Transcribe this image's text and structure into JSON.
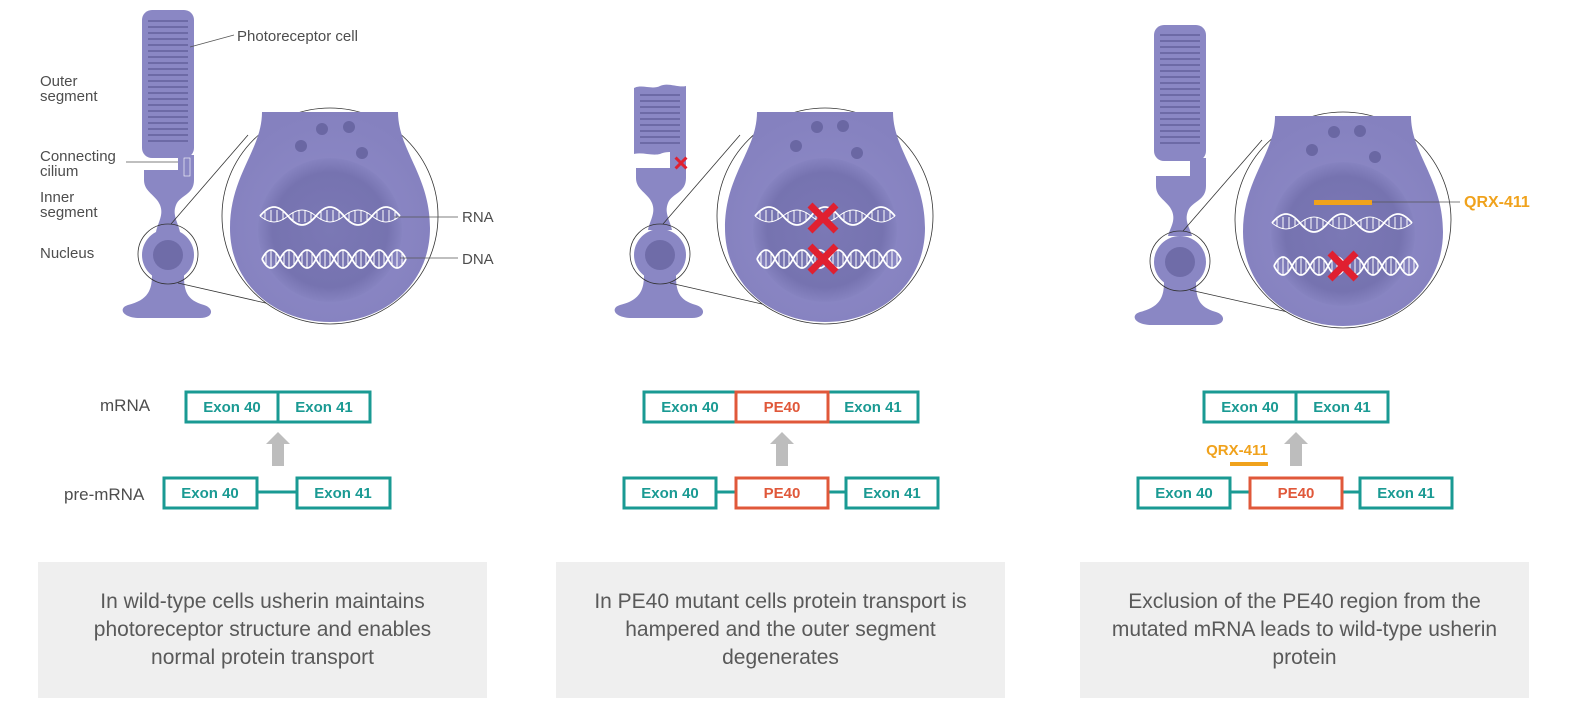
{
  "labels": {
    "photoreceptor_cell": "Photoreceptor cell",
    "outer_segment": [
      "Outer",
      "segment"
    ],
    "connecting_cilium": [
      "Connecting",
      "cilium"
    ],
    "inner_segment": [
      "Inner",
      "segment"
    ],
    "nucleus": "Nucleus",
    "rna": "RNA",
    "dna": "DNA",
    "mrna": "mRNA",
    "pre_mrna": "pre-mRNA"
  },
  "panels": [
    {
      "mrna": [
        "Exon 40",
        "Exon 41"
      ],
      "pre_mrna": [
        "Exon 40",
        "Exon 41"
      ],
      "caption": "In wild-type cells usherin maintains photoreceptor structure and enables normal protein transport"
    },
    {
      "mrna": [
        "Exon 40",
        "PE40",
        "Exon 41"
      ],
      "pre_mrna": [
        "Exon 40",
        "PE40",
        "Exon 41"
      ],
      "caption": "In PE40 mutant cells protein transport is hampered and the outer segment degenerates"
    },
    {
      "mrna": [
        "Exon 40",
        "Exon 41"
      ],
      "pre_mrna": [
        "Exon 40",
        "PE40",
        "Exon 41"
      ],
      "drug_label": "QRX-411",
      "drug_callout": "QRX-411",
      "caption": "Exclusion of the PE40 region from the mutated mRNA leads to wild-type usherin protein"
    }
  ],
  "colors": {
    "cell": "#8a87c4",
    "cell_dark": "#6f6ca8",
    "exon": "#1a9a93",
    "pseudo_exon": "#e0583a",
    "drug": "#f0a21c",
    "mutation_x": "#e02030",
    "arrow": "#bdbdbd",
    "caption_bg": "#efefef"
  }
}
